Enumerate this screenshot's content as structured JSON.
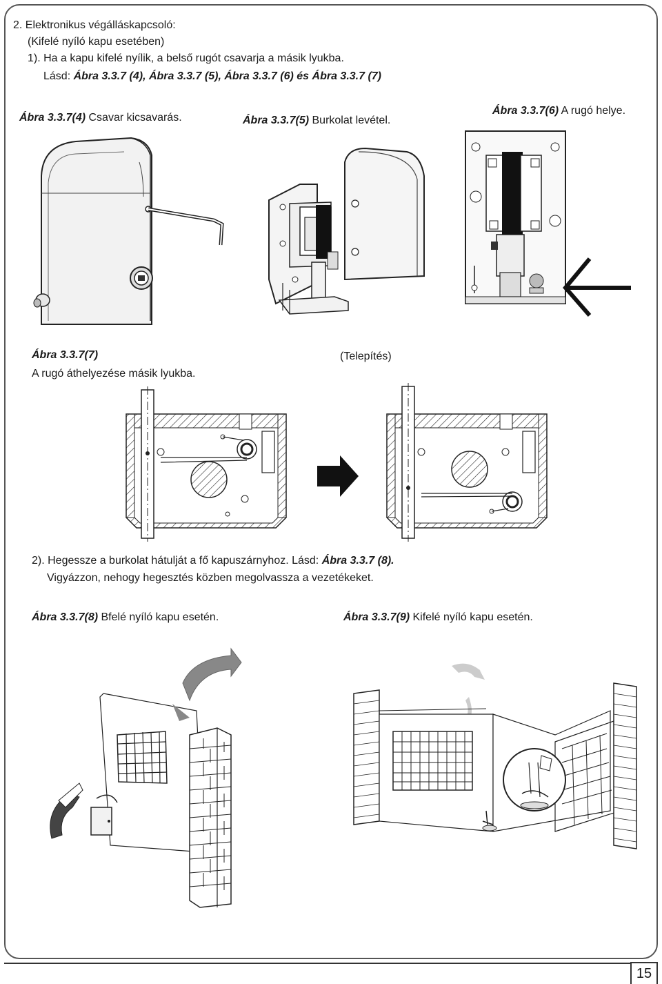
{
  "intro": {
    "line1": "2. Elektronikus végálláskapcsoló:",
    "line2": "(Kifelé nyíló kapu esetében)",
    "line3": "1). Ha a kapu kifelé nyílik, a belső rugót csavarja a másik lyukba.",
    "line4_prefix": "Lásd: ",
    "line4_refs": "Ábra 3.3.7 (4), Ábra 3.3.7 (5), Ábra 3.3.7 (6) és Ábra 3.3.7 (7)"
  },
  "fig4": {
    "ref": "Ábra 3.3.7(4)",
    "text": " Csavar kicsavarás."
  },
  "fig5": {
    "ref": "Ábra 3.3.7(5)",
    "text": " Burkolat levétel."
  },
  "fig6": {
    "ref": "Ábra 3.3.7(6)",
    "text": " A rugó helye."
  },
  "fig7": {
    "ref": "Ábra 3.3.7(7)",
    "text": "A rugó áthelyezése másik lyukba."
  },
  "install_label": "(Telepítés)",
  "step2": {
    "line1_prefix": "2). Hegessze a burkolat hátulját a fő kapuszárnyhoz. Lásd: ",
    "line1_ref": "Ábra 3.3.7 (8).",
    "line2": "Vigyázzon, nehogy hegesztés közben megolvassza a vezetékeket."
  },
  "fig8": {
    "ref": "Ábra 3.3.7(8)",
    "text": " Bfelé nyíló kapu esetén."
  },
  "fig9": {
    "ref": "Ábra 3.3.7(9)",
    "text": " Kifelé nyíló kapu esetén."
  },
  "page_number": "15"
}
